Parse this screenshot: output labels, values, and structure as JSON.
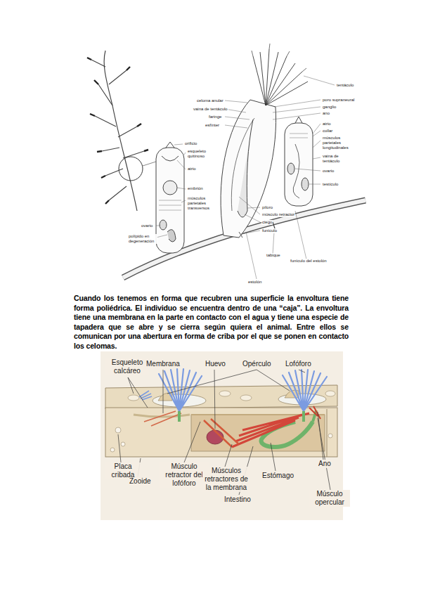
{
  "diagram": {
    "labels": [
      "orificio",
      "esqueleto quitinoso",
      "atrio",
      "embrión",
      "músculos parietales transversos",
      "ovario",
      "polípido en degeneración",
      "celoma anular",
      "vaina de tentáculo",
      "faringe",
      "esfínter",
      "tentáculo",
      "poro supraneural",
      "ganglio",
      "ano",
      "atrio",
      "collar",
      "músculos parietales longitudinales",
      "vaina de tentáculo",
      "ovario",
      "testículo",
      "píloro",
      "músculo retractor",
      "ciego",
      "funículo",
      "tabique",
      "funículo del estolón",
      "estolón",
      "Cuando los tenemos en forma que recubren una superficie la envoltura tiene forma poliédrica. El individuo se encuentra dentro de una “caja”. La envoltura tiene una membrana en la parte en contacto con el agua y tiene una especie de tapadera que se abre y se cierra según quiera el animal. Entre ellos se comunican por una abertura en forma de criba por el que se ponen en contacto los celomas.",
      "Esqueleto calcáreo",
      "Membrana",
      "Huevo",
      "Opérculo",
      "Lofóforo",
      "Placa cribada",
      "Zooide",
      "Músculo retractor del lofóforo",
      "Músculos retractores de la membrana",
      "Estómago",
      "Intestino",
      "Ano",
      "Músculo opercular"
    ]
  }
}
